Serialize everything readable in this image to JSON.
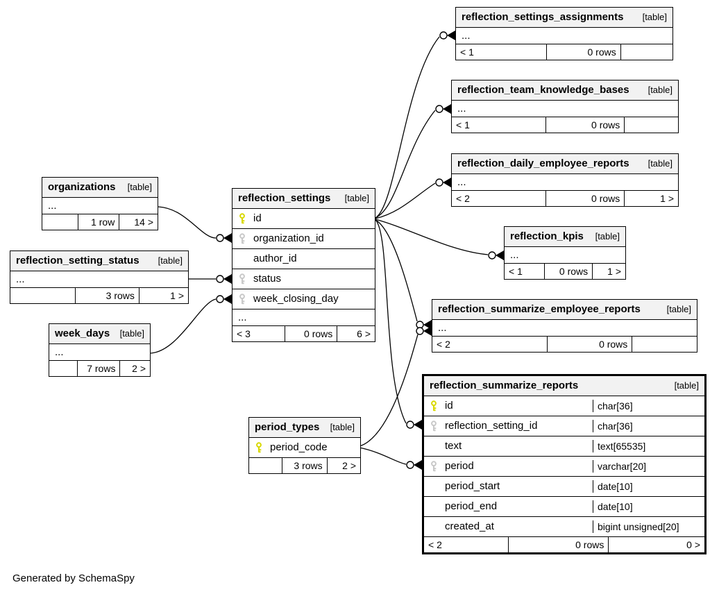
{
  "diagram": {
    "note": "Generated by SchemaSpy",
    "colors": {
      "primary_key_icon": "#d8d800",
      "foreign_key_icon": "#c8c8c8",
      "header_bg": "#f2f2f2",
      "line": "#000000",
      "background": "#ffffff"
    },
    "tables": [
      {
        "id": "organizations",
        "name": "organizations",
        "tag": "[table]",
        "emphasized": false,
        "columns": [
          {
            "name": "...",
            "key": null,
            "type": null
          }
        ],
        "footer": {
          "parents": "",
          "rows": "1 row",
          "children": "14 >"
        }
      },
      {
        "id": "reflection_setting_status",
        "name": "reflection_setting_status",
        "tag": "[table]",
        "emphasized": false,
        "columns": [
          {
            "name": "...",
            "key": null,
            "type": null
          }
        ],
        "footer": {
          "parents": "",
          "rows": "3 rows",
          "children": "1 >"
        }
      },
      {
        "id": "week_days",
        "name": "week_days",
        "tag": "[table]",
        "emphasized": false,
        "columns": [
          {
            "name": "...",
            "key": null,
            "type": null
          }
        ],
        "footer": {
          "parents": "",
          "rows": "7 rows",
          "children": "2 >"
        }
      },
      {
        "id": "reflection_settings",
        "name": "reflection_settings",
        "tag": "[table]",
        "emphasized": false,
        "columns": [
          {
            "name": "id",
            "key": "pk",
            "type": null
          },
          {
            "name": "organization_id",
            "key": "fk",
            "type": null
          },
          {
            "name": "author_id",
            "key": null,
            "type": null
          },
          {
            "name": "status",
            "key": "fk",
            "type": null
          },
          {
            "name": "week_closing_day",
            "key": "fk",
            "type": null
          },
          {
            "name": "...",
            "key": null,
            "type": null
          }
        ],
        "footer": {
          "parents": "< 3",
          "rows": "0 rows",
          "children": "6 >"
        }
      },
      {
        "id": "reflection_settings_assignments",
        "name": "reflection_settings_assignments",
        "tag": "[table]",
        "emphasized": false,
        "columns": [
          {
            "name": "...",
            "key": null,
            "type": null
          }
        ],
        "footer": {
          "parents": "< 1",
          "rows": "0 rows",
          "children": ""
        }
      },
      {
        "id": "reflection_team_knowledge_bases",
        "name": "reflection_team_knowledge_bases",
        "tag": "[table]",
        "emphasized": false,
        "columns": [
          {
            "name": "...",
            "key": null,
            "type": null
          }
        ],
        "footer": {
          "parents": "< 1",
          "rows": "0 rows",
          "children": ""
        }
      },
      {
        "id": "reflection_daily_employee_reports",
        "name": "reflection_daily_employee_reports",
        "tag": "[table]",
        "emphasized": false,
        "columns": [
          {
            "name": "...",
            "key": null,
            "type": null
          }
        ],
        "footer": {
          "parents": "< 2",
          "rows": "0 rows",
          "children": "1 >"
        }
      },
      {
        "id": "reflection_kpis",
        "name": "reflection_kpis",
        "tag": "[table]",
        "emphasized": false,
        "columns": [
          {
            "name": "...",
            "key": null,
            "type": null
          }
        ],
        "footer": {
          "parents": "< 1",
          "rows": "0 rows",
          "children": "1 >"
        }
      },
      {
        "id": "reflection_summarize_employee_reports",
        "name": "reflection_summarize_employee_reports",
        "tag": "[table]",
        "emphasized": false,
        "columns": [
          {
            "name": "...",
            "key": null,
            "type": null
          }
        ],
        "footer": {
          "parents": "< 2",
          "rows": "0 rows",
          "children": ""
        }
      },
      {
        "id": "reflection_summarize_reports",
        "name": "reflection_summarize_reports",
        "tag": "[table]",
        "emphasized": true,
        "columns": [
          {
            "name": "id",
            "key": "pk",
            "type": "char[36]"
          },
          {
            "name": "reflection_setting_id",
            "key": "fk",
            "type": "char[36]"
          },
          {
            "name": "text",
            "key": null,
            "type": "text[65535]"
          },
          {
            "name": "period",
            "key": "fk",
            "type": "varchar[20]"
          },
          {
            "name": "period_start",
            "key": null,
            "type": "date[10]"
          },
          {
            "name": "period_end",
            "key": null,
            "type": "date[10]"
          },
          {
            "name": "created_at",
            "key": null,
            "type": "bigint unsigned[20]"
          }
        ],
        "footer": {
          "parents": "< 2",
          "rows": "0 rows",
          "children": "0 >"
        }
      },
      {
        "id": "period_types",
        "name": "period_types",
        "tag": "[table]",
        "emphasized": false,
        "columns": [
          {
            "name": "period_code",
            "key": "pk",
            "type": null
          }
        ],
        "footer": {
          "parents": "",
          "rows": "3 rows",
          "children": "2 >"
        }
      }
    ],
    "relationships": [
      {
        "from": "organizations",
        "to": "reflection_settings",
        "to_column": "organization_id"
      },
      {
        "from": "reflection_setting_status",
        "to": "reflection_settings",
        "to_column": "status"
      },
      {
        "from": "week_days",
        "to": "reflection_settings",
        "to_column": "week_closing_day"
      },
      {
        "from": "reflection_settings",
        "from_column": "id",
        "to": "reflection_settings_assignments"
      },
      {
        "from": "reflection_settings",
        "from_column": "id",
        "to": "reflection_team_knowledge_bases"
      },
      {
        "from": "reflection_settings",
        "from_column": "id",
        "to": "reflection_daily_employee_reports"
      },
      {
        "from": "reflection_settings",
        "from_column": "id",
        "to": "reflection_kpis"
      },
      {
        "from": "reflection_settings",
        "from_column": "id",
        "to": "reflection_summarize_employee_reports"
      },
      {
        "from": "reflection_settings",
        "from_column": "id",
        "to": "reflection_summarize_reports",
        "to_column": "reflection_setting_id"
      },
      {
        "from": "period_types",
        "from_column": "period_code",
        "to": "reflection_summarize_employee_reports"
      },
      {
        "from": "period_types",
        "from_column": "period_code",
        "to": "reflection_summarize_reports",
        "to_column": "period"
      }
    ]
  }
}
